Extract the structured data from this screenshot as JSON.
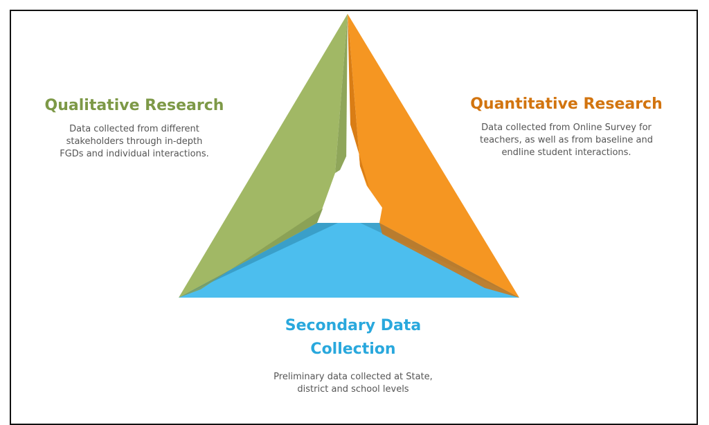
{
  "qualitative": {
    "title": "Qualitative Research",
    "description_lines": [
      "Data collected from different",
      "stakeholders through in-depth",
      "FGDs and individual interactions."
    ],
    "color": "#8cac5a"
  },
  "quantitative": {
    "title": "Quantitative Research",
    "description_lines": [
      "Data collected from Online Survey for",
      "teachers, as well as from baseline and",
      "endline student interactions."
    ],
    "color": "#f49a22"
  },
  "secondary": {
    "title_lines": [
      "Secondary Data",
      "Collection"
    ],
    "description_lines": [
      "Preliminary data collected at State,",
      "district and school levels"
    ],
    "color": "#4bbdeb"
  }
}
